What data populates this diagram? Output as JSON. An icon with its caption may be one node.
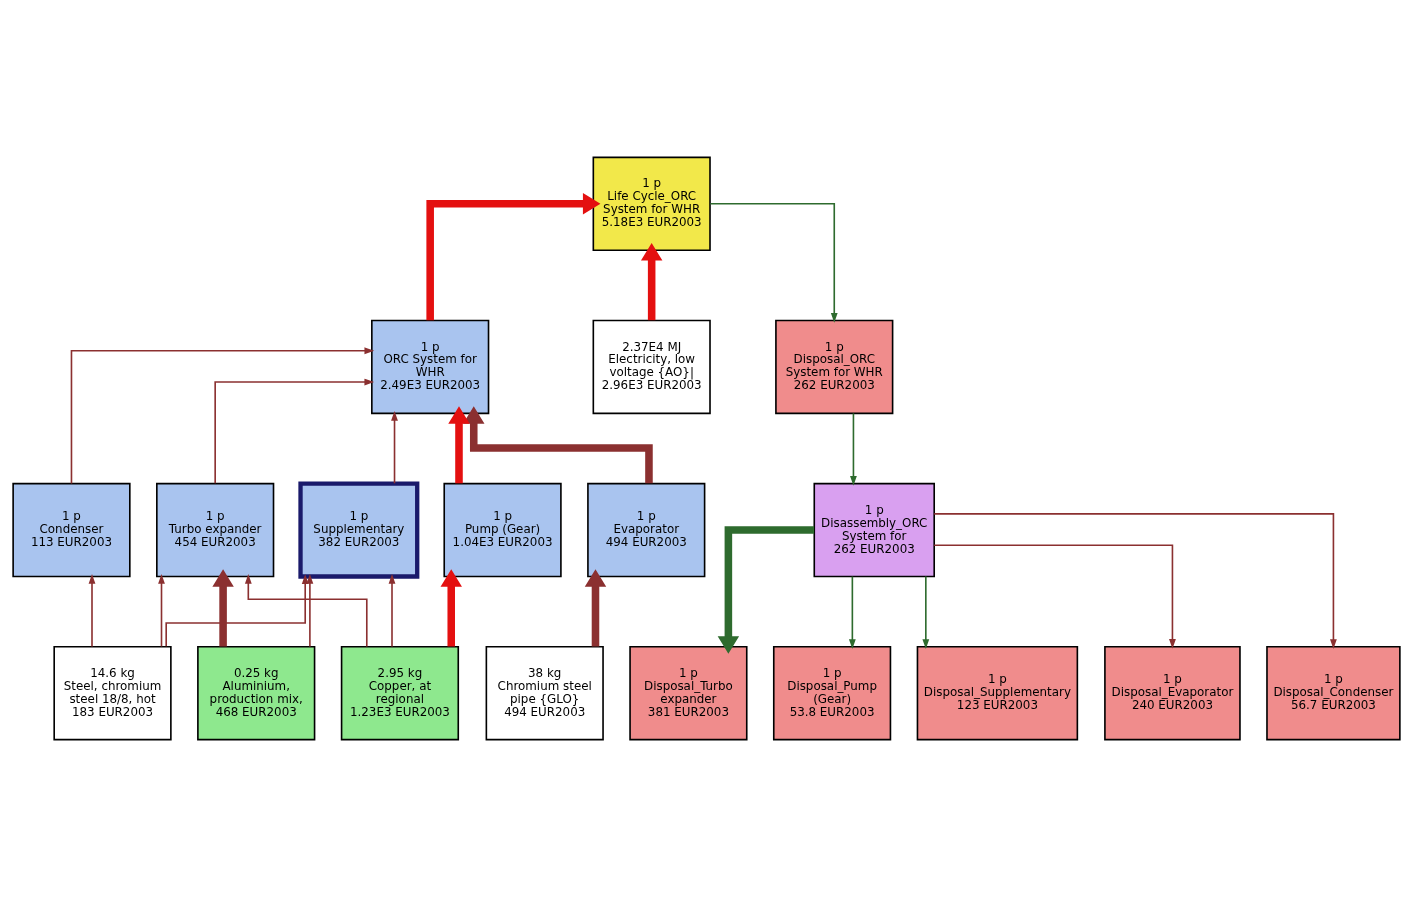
{
  "diagram": {
    "nodes": [
      {
        "text": [
          "1 p",
          "Life Cycle_ORC System for WHR",
          "5.18E3 EUR2003"
        ]
      },
      {
        "text": [
          "1 p",
          "ORC System for WHR",
          "2.49E3 EUR2003"
        ]
      },
      {
        "text": [
          "2.37E4 MJ",
          "Electricity, low voltage {AO}|",
          "2.96E3 EUR2003"
        ]
      },
      {
        "text": [
          "1 p",
          "Disposal_ORC System for WHR",
          "262 EUR2003"
        ]
      },
      {
        "text": [
          "1 p",
          "Evaporator",
          "494 EUR2003"
        ]
      },
      {
        "text": [
          "1 p",
          "Condenser",
          "113 EUR2003"
        ]
      },
      {
        "text": [
          "1 p",
          "Turbo expander",
          "454 EUR2003"
        ]
      },
      {
        "text": [
          "1 p",
          "Pump (Gear)",
          "1.04E3 EUR2003"
        ]
      },
      {
        "text": [
          "1 p",
          "Supplementary",
          "382 EUR2003"
        ]
      },
      {
        "text": [
          "1 p",
          "Disassembly_ORC System for",
          "262 EUR2003"
        ]
      },
      {
        "text": [
          "38 kg",
          "Chromium steel pipe {GLO}",
          "494 EUR2003"
        ]
      },
      {
        "text": [
          "14.6 kg",
          "Steel, chromium steel 18/8, hot",
          "183 EUR2003"
        ]
      },
      {
        "text": [
          "0.25 kg",
          "Aluminium, production mix,",
          "468 EUR2003"
        ]
      },
      {
        "text": [
          "2.95 kg",
          "Copper, at regional",
          "1.23E3 EUR2003"
        ]
      },
      {
        "text": [
          "1 p",
          "Disposal_Evaporator",
          "240 EUR2003"
        ]
      },
      {
        "text": [
          "1 p",
          "Disposal_Condenser",
          "56.7 EUR2003"
        ]
      },
      {
        "text": [
          "1 p",
          "Disposal_Turbo expander",
          "381 EUR2003"
        ]
      },
      {
        "text": [
          "1 p",
          "Disposal_Pump (Gear)",
          "53.8 EUR2003"
        ]
      },
      {
        "text": [
          "1 p",
          "Disposal_Supplementary",
          "123 EUR2003"
        ]
      }
    ],
    "edges": [
      {
        "from": 1,
        "to": 0,
        "arrow": "to",
        "style": "thick",
        "color": "#e41010"
      },
      {
        "from": 2,
        "to": 0,
        "arrow": "to",
        "style": "thick",
        "color": "#e41010"
      },
      {
        "from": 0,
        "to": 3,
        "arrow": "to",
        "color": "#2e6b2e"
      },
      {
        "from": 4,
        "to": 1,
        "arrow": "to",
        "style": "thick"
      },
      {
        "from": 5,
        "to": 1,
        "arrow": "to"
      },
      {
        "from": 6,
        "to": 1,
        "arrow": "to"
      },
      {
        "from": 7,
        "to": 1,
        "arrow": "to",
        "style": "thick",
        "color": "#e41010"
      },
      {
        "from": 8,
        "to": 1,
        "arrow": "to"
      },
      {
        "from": 3,
        "to": 9,
        "arrow": "to",
        "color": "#2e6b2e"
      },
      {
        "from": 10,
        "to": 4,
        "arrow": "to",
        "style": "thick"
      },
      {
        "from": 11,
        "to": 5,
        "arrow": "to"
      },
      {
        "from": 11,
        "to": 6,
        "arrow": "to"
      },
      {
        "from": 11,
        "to": 8,
        "arrow": "to"
      },
      {
        "from": 12,
        "to": 6,
        "arrow": "to",
        "style": "thick"
      },
      {
        "from": 12,
        "to": 8,
        "arrow": "to"
      },
      {
        "from": 13,
        "to": 6,
        "arrow": "to"
      },
      {
        "from": 13,
        "to": 7,
        "arrow": "to",
        "style": "thick",
        "color": "#e41010"
      },
      {
        "from": 13,
        "to": 8,
        "arrow": "to"
      },
      {
        "from": 9,
        "to": 14,
        "arrow": "to"
      },
      {
        "from": 9,
        "to": 15,
        "arrow": "to"
      },
      {
        "from": 9,
        "to": 16,
        "arrow": "to",
        "style": "thick",
        "color": "#2e6b2e"
      },
      {
        "from": 9,
        "to": 17,
        "arrow": "to",
        "color": "#2e6b2e"
      },
      {
        "from": 9,
        "to": 18,
        "arrow": "to",
        "color": "#2e6b2e"
      }
    ]
  }
}
